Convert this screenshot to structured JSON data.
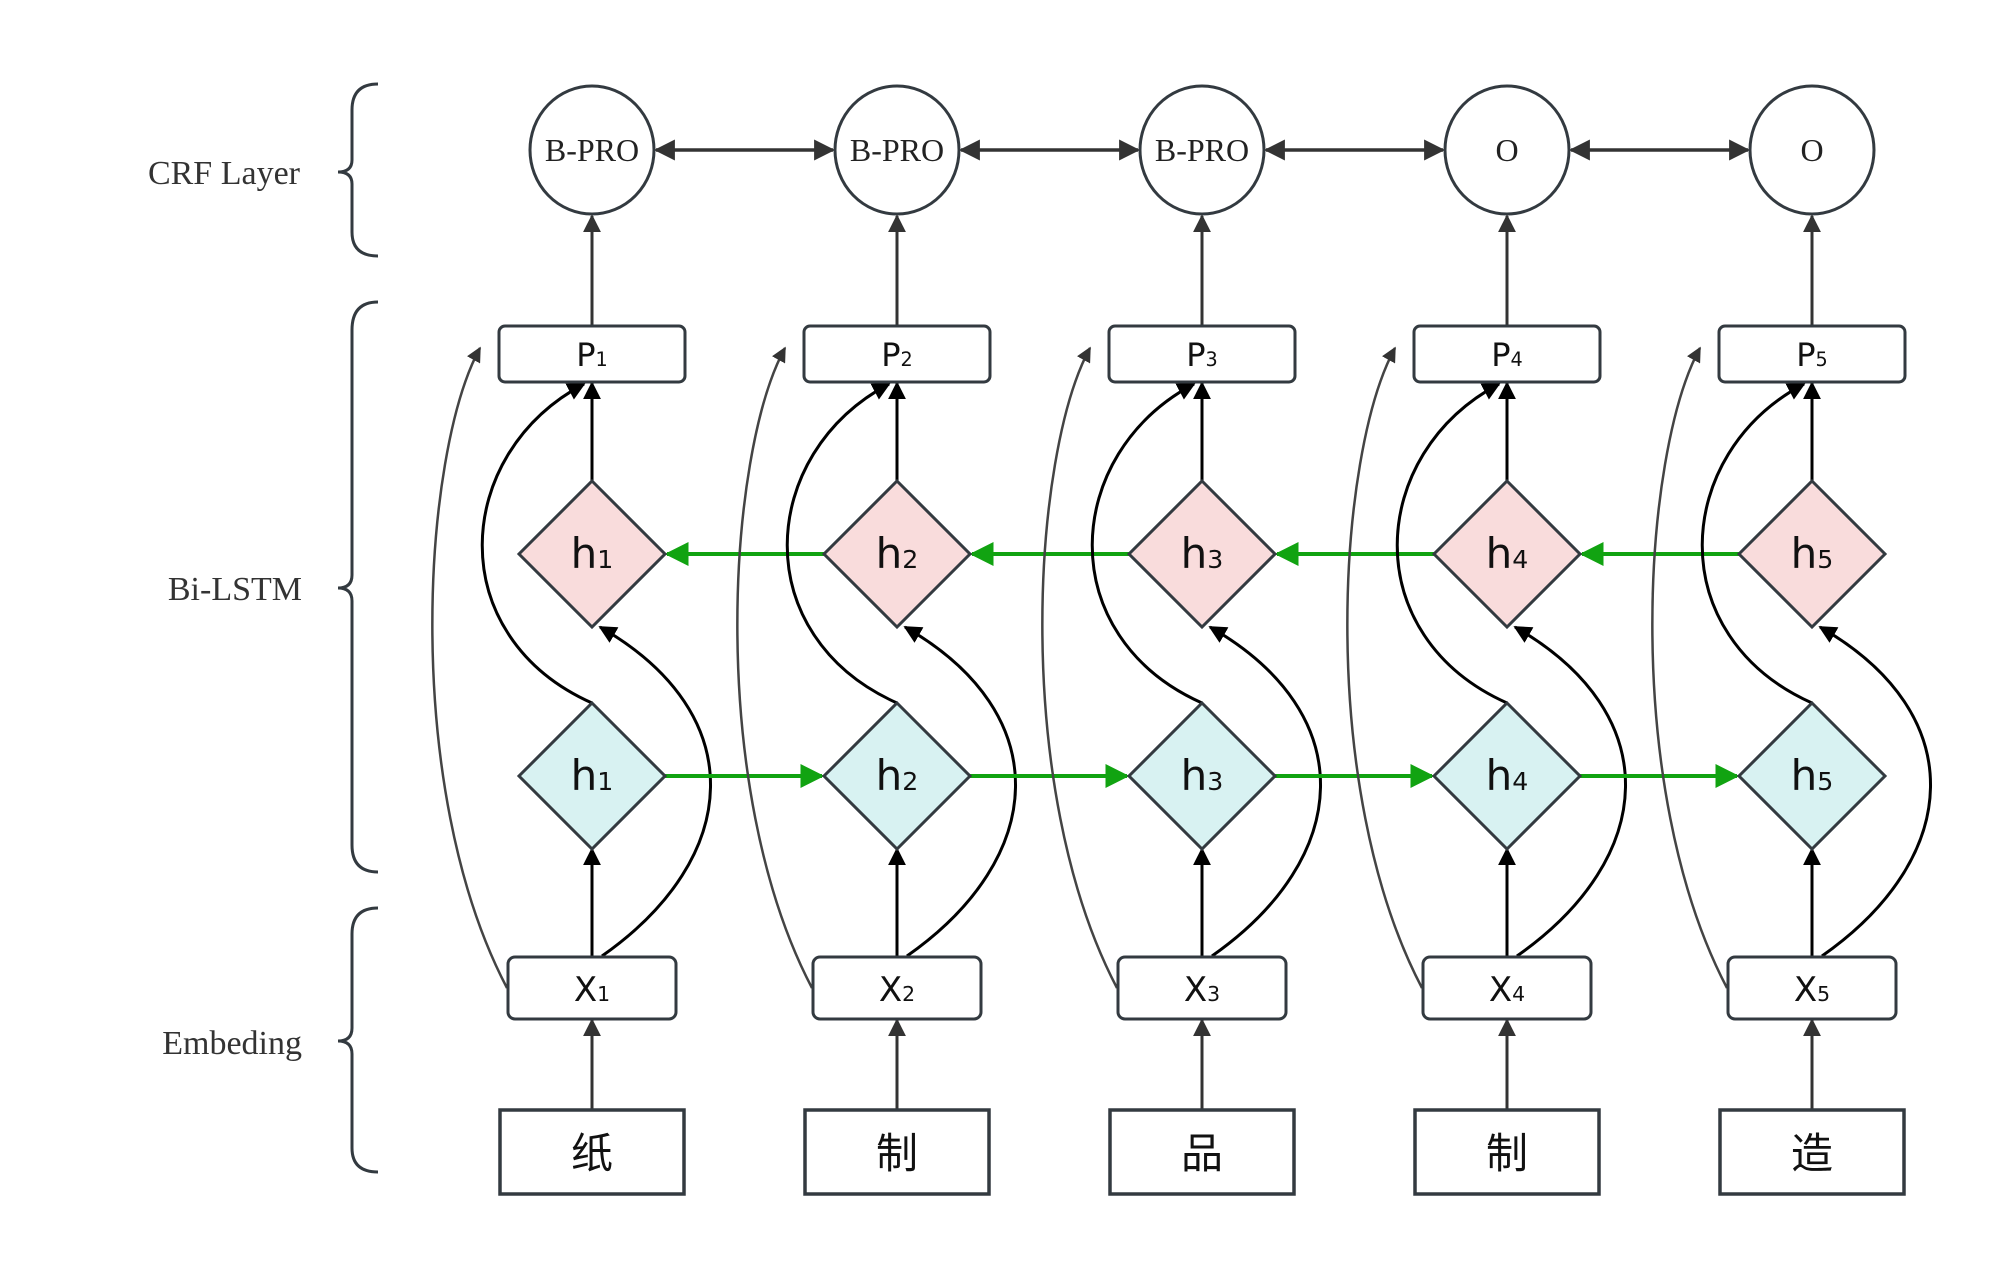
{
  "layers": {
    "crf": "CRF Layer",
    "bilstm": "Bi-LSTM",
    "embedding": "Embeding"
  },
  "columns": [
    {
      "tag": "B-PRO",
      "p": "P",
      "h": "h",
      "x": "X",
      "index": "1",
      "char": "纸"
    },
    {
      "tag": "B-PRO",
      "p": "P",
      "h": "h",
      "x": "X",
      "index": "2",
      "char": "制"
    },
    {
      "tag": "B-PRO",
      "p": "P",
      "h": "h",
      "x": "X",
      "index": "3",
      "char": "品"
    },
    {
      "tag": "O",
      "p": "P",
      "h": "h",
      "x": "X",
      "index": "4",
      "char": "制"
    },
    {
      "tag": "O",
      "p": "P",
      "h": "h",
      "x": "X",
      "index": "5",
      "char": "造"
    }
  ],
  "colors": {
    "stroke": "#333a40",
    "backward_fill": "#f9dcdc",
    "forward_fill": "#d8f2f2",
    "recurrent_arrow": "#11a311"
  }
}
